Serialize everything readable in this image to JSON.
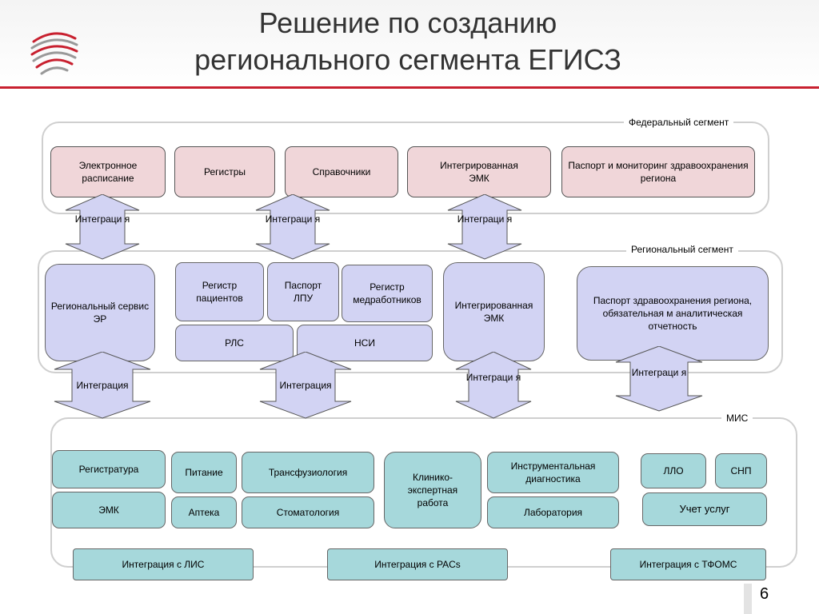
{
  "title": {
    "line1": "Решение по созданию",
    "line2": "регионального сегмента ЕГИСЗ"
  },
  "federal": {
    "label": "Федеральный сегмент",
    "boxes": [
      "Электронное расписание",
      "Регистры",
      "Справочники",
      "Интегрированная ЭМК",
      "Паспорт и мониторинг здравоохранения региона"
    ]
  },
  "regional": {
    "label": "Региональный сегмент",
    "boxes": {
      "er_service": "Региональный сервис ЭР",
      "patients": "Регистр пациентов",
      "passport_lpu": "Паспорт ЛПУ",
      "medstaff": "Регистр медработников",
      "rls": "РЛС",
      "nsi": "НСИ",
      "emk": "Интегрированная ЭМК",
      "passport_region": "Паспорт здравоохранения региона, обязательная м аналитическая отчетность"
    }
  },
  "mis": {
    "label": "МИС",
    "boxes": {
      "registratura": "Регистратура",
      "emk": "ЭМК",
      "pitanie": "Питание",
      "apteka": "Аптека",
      "transfusion": "Трансфузиология",
      "dentistry": "Стоматология",
      "clinical": "Клинико-экспертная работа",
      "instrumental": "Инструментальная диагностика",
      "laboratory": "Лаборатория",
      "llo": "ЛЛО",
      "snp": "СНП",
      "services": "Учет услуг",
      "lis": "Интеграция с ЛИС",
      "pacs": "Интеграция с PACs",
      "tfoms": "Интеграция с ТФОМС"
    }
  },
  "integration": {
    "split": "Интеграци я",
    "full": "Интеграция"
  },
  "page_number": "6",
  "colors": {
    "federal_box": "#f0d6d9",
    "regional_box": "#d2d3f3",
    "mis_box": "#a6d8db",
    "accent_line": "#c8202f"
  }
}
